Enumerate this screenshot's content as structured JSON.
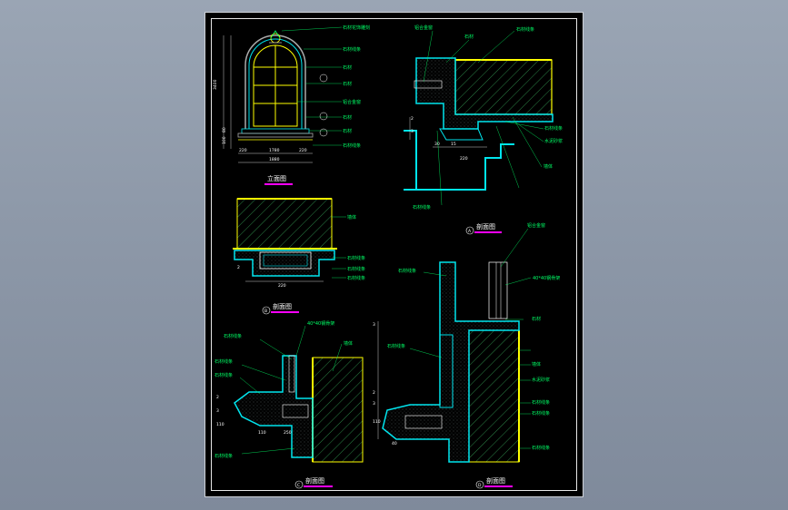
{
  "titles": {
    "elevation": "立面图",
    "section_a": "剖面图",
    "section_b": "剖面图",
    "section_c": "剖面图",
    "section_d": "剖面图"
  },
  "markers": {
    "a": "A",
    "b": "B",
    "c": "C",
    "d": "D"
  },
  "elevation": {
    "labels": [
      "石材花饰雕刻",
      "石材线条",
      "石材",
      "石材",
      "铝合金窗",
      "石材",
      "石材",
      "石材线条"
    ],
    "width_dims": [
      "220",
      "1780",
      "220"
    ],
    "overall_dim": "1880",
    "height_dims": [
      "3400",
      "80",
      "100"
    ]
  },
  "section_a": {
    "labels": [
      "铝合金窗",
      "石材",
      "石材线条",
      "石材线条",
      "水泥砂浆",
      "墙体",
      "石材线条"
    ],
    "dims": [
      "2",
      "3",
      "30",
      "15",
      "220"
    ]
  },
  "section_b": {
    "labels": [
      "墙体",
      "石材线条",
      "石材线条",
      "石材线条"
    ],
    "dims": [
      "2",
      "220"
    ]
  },
  "section_c": {
    "labels": [
      "石材线条",
      "40*40钢骨架",
      "墙体",
      "石材线条",
      "石材线条",
      "石材线条"
    ],
    "dims": [
      "2",
      "3",
      "110",
      "110",
      "250"
    ]
  },
  "section_d": {
    "labels": [
      "铝合金窗",
      "石材线条",
      "石材",
      "石材线条",
      "墙体",
      "水泥砂浆",
      "石材线条",
      "石材线条",
      "40*40钢骨架",
      "石材线条"
    ],
    "dims": [
      "3",
      "2",
      "3",
      "110",
      "40"
    ]
  },
  "colors": {
    "sheet_background": "#000000",
    "text": "#00ff66",
    "stone": "#00e5ee",
    "wall_edge": "#ffff00",
    "title_underline": "#ff00ff",
    "hatch": "#55ff88"
  }
}
